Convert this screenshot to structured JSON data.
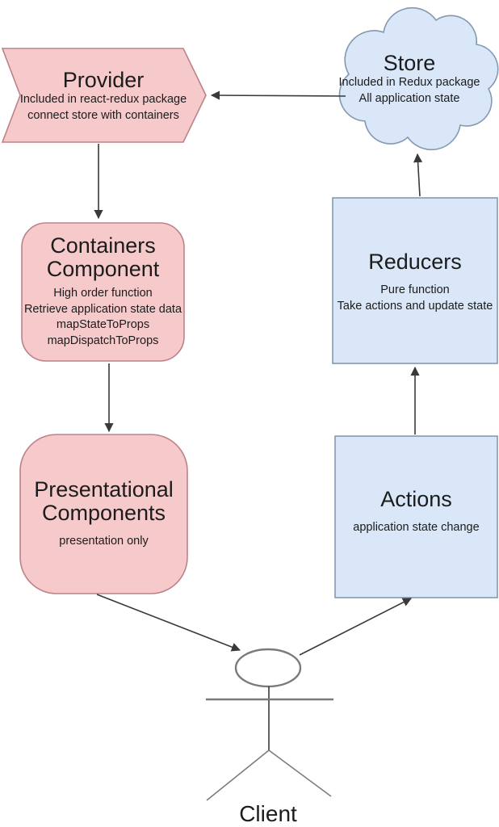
{
  "colors": {
    "pink_fill": "#f6c9cb",
    "pink_border": "#bb8389",
    "blue_fill": "#d9e7f8",
    "blue_border": "#8399b0",
    "arrow_color": "#3a3a3a",
    "text_color": "#1c1c1c",
    "figure_light": "#7a7a7a",
    "figure_dark": "#383838"
  },
  "diagram": {
    "provider": {
      "title": "Provider",
      "lines": [
        "Included in react-redux package",
        "connect store with containers"
      ]
    },
    "store": {
      "title": "Store",
      "lines": [
        "Included in Redux package",
        "All application state"
      ]
    },
    "containers": {
      "title": "Containers Component",
      "lines": [
        "High order function",
        "Retrieve application state data",
        "mapStateToProps",
        "mapDispatchToProps"
      ]
    },
    "reducers": {
      "title": "Reducers",
      "lines": [
        "Pure function",
        "Take actions and update state"
      ]
    },
    "presentational": {
      "title": "Presentational Components",
      "lines": [
        "presentation only"
      ]
    },
    "actions": {
      "title": "Actions",
      "lines": [
        "application state change"
      ]
    },
    "client": {
      "title": "Client"
    }
  }
}
